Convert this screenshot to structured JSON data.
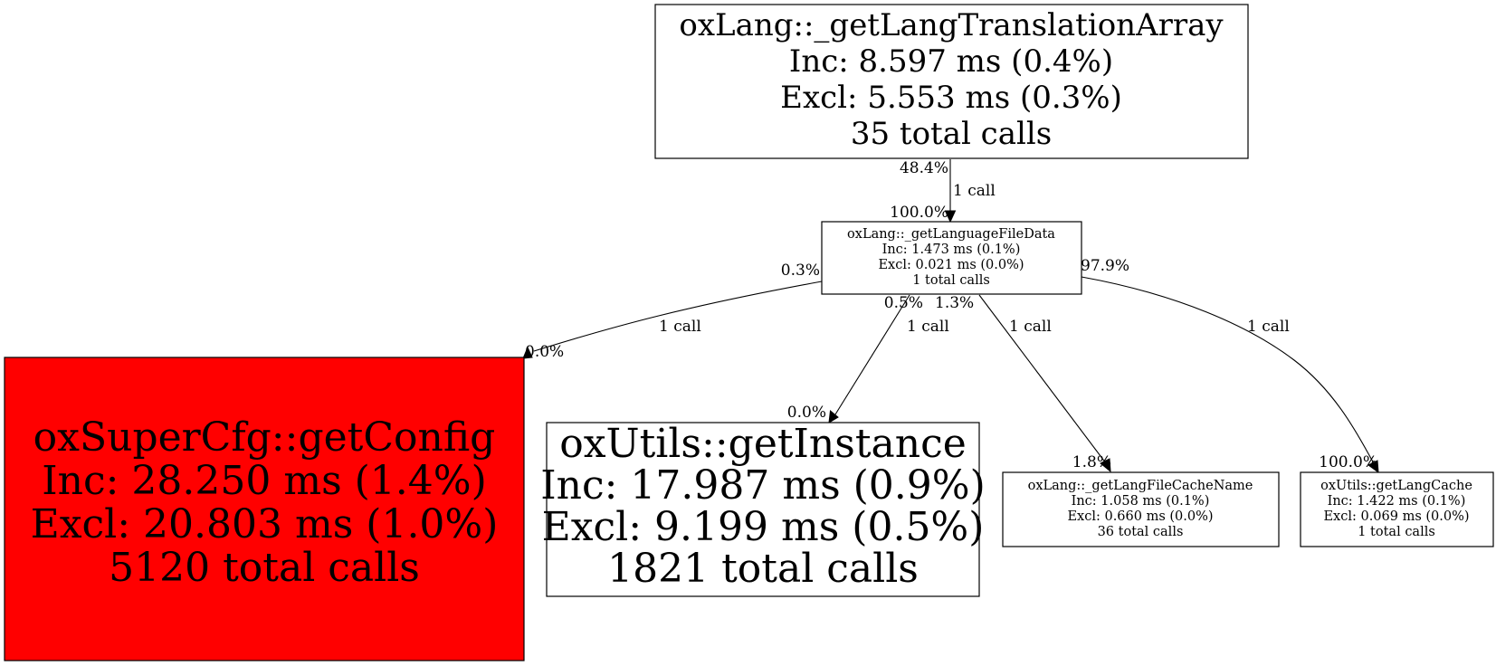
{
  "nodes": {
    "translation_array": {
      "name": "oxLang::_getLangTranslationArray",
      "inc": "Inc: 8.597 ms (0.4%)",
      "excl": "Excl: 5.553 ms (0.3%)",
      "calls": "35 total calls",
      "fill": "#ffffff"
    },
    "language_file_data": {
      "name": "oxLang::_getLanguageFileData",
      "inc": "Inc: 1.473 ms (0.1%)",
      "excl": "Excl: 0.021 ms (0.0%)",
      "calls": "1 total calls",
      "fill": "#ffffff"
    },
    "get_config": {
      "name": "oxSuperCfg::getConfig",
      "inc": "Inc: 28.250 ms (1.4%)",
      "excl": "Excl: 20.803 ms (1.0%)",
      "calls": "5120 total calls",
      "fill": "#ff0000"
    },
    "get_instance": {
      "name": "oxUtils::getInstance",
      "inc": "Inc: 17.987 ms (0.9%)",
      "excl": "Excl: 9.199 ms (0.5%)",
      "calls": "1821 total calls",
      "fill": "#ffffff"
    },
    "cache_name": {
      "name": "oxLang::_getLangFileCacheName",
      "inc": "Inc: 1.058 ms (0.1%)",
      "excl": "Excl: 0.660 ms (0.0%)",
      "calls": "36 total calls",
      "fill": "#ffffff"
    },
    "lang_cache": {
      "name": "oxUtils::getLangCache",
      "inc": "Inc: 1.422 ms (0.1%)",
      "excl": "Excl: 0.069 ms (0.0%)",
      "calls": "1 total calls",
      "fill": "#ffffff"
    }
  },
  "edges": {
    "e1": {
      "tail": "48.4%",
      "call": "1 call",
      "head": "100.0%"
    },
    "e2": {
      "tail": "0.3%",
      "call": "1 call",
      "head": "0.0%"
    },
    "e3": {
      "tail": "0.5%",
      "call": "1 call",
      "head": "0.0%"
    },
    "e4": {
      "tail": "1.3%",
      "call": "1 call",
      "head": "1.8%"
    },
    "e5": {
      "tail": "97.9%",
      "call": "1 call",
      "head": "100.0%"
    }
  }
}
